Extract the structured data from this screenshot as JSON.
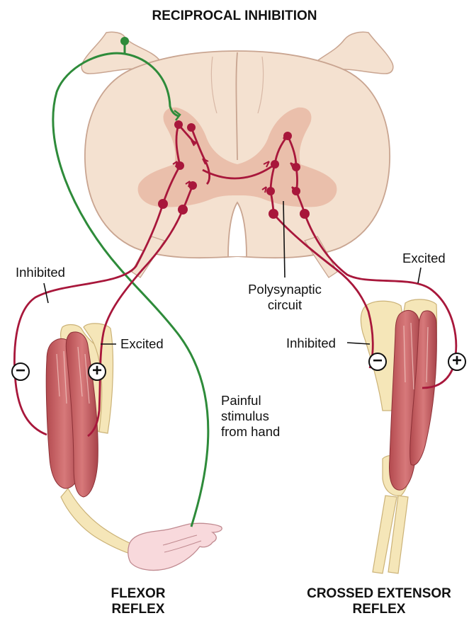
{
  "title": "RECIPROCAL INHIBITION",
  "labels": {
    "left_inhibited": "Inhibited",
    "left_excited": "Excited",
    "right_excited": "Excited",
    "right_inhibited": "Inhibited",
    "polysynaptic_line1": "Polysynaptic",
    "polysynaptic_line2": "circuit",
    "stimulus_line1": "Painful",
    "stimulus_line2": "stimulus",
    "stimulus_line3": "from hand"
  },
  "signs": {
    "minus": "−",
    "plus": "+"
  },
  "captions": {
    "flexor_line1": "FLEXOR",
    "flexor_line2": "REFLEX",
    "crossed_line1": "CROSSED EXTENSOR",
    "crossed_line2": "REFLEX"
  },
  "colors": {
    "sensory_neuron": "#2e8b3a",
    "motor_neuron": "#a8173b",
    "white_matter": "#f4e1d0",
    "gray_matter": "#e8b9a4",
    "outline": "#c9a591",
    "bone": "#f5e6b8",
    "muscle": "#c45b5e"
  }
}
